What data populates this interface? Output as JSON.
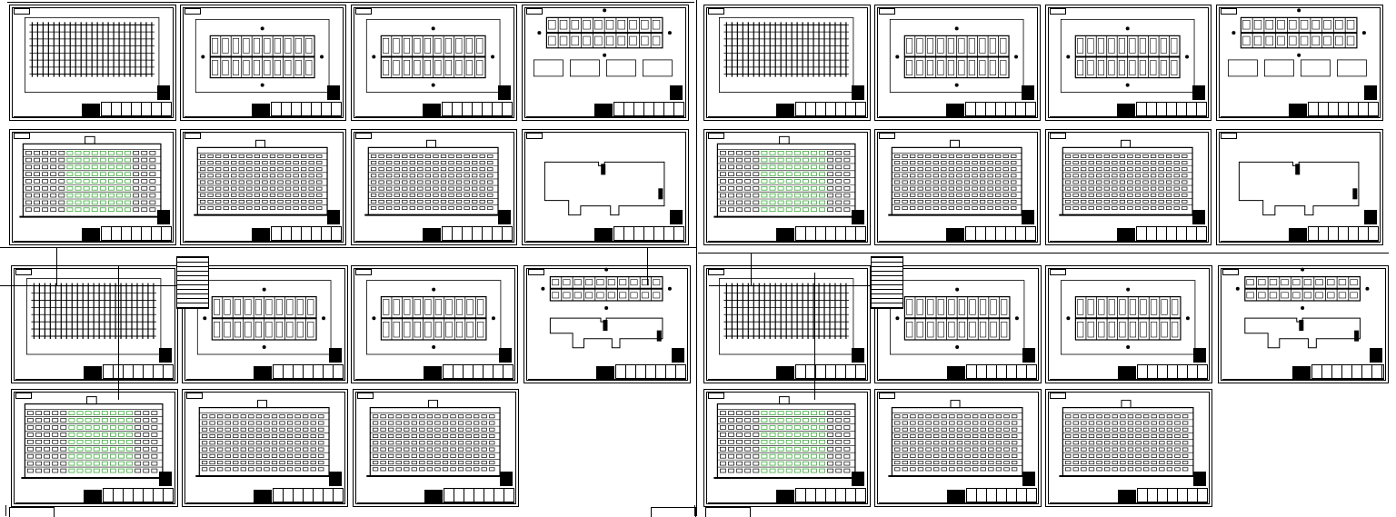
{
  "viewport": {
    "background": "#ffffff"
  },
  "colors": {
    "ink": "#000000",
    "glazing": "#1fa21f",
    "paper": "#ffffff"
  },
  "layout_groups": [
    {
      "name": "left-set",
      "sheets": [
        {
          "kind": "structure-plan"
        },
        {
          "kind": "floor-plan"
        },
        {
          "kind": "floor-plan"
        },
        {
          "kind": "detail-plan"
        },
        {
          "kind": "elevation-green"
        },
        {
          "kind": "elevation"
        },
        {
          "kind": "elevation"
        },
        {
          "kind": "roof-plan"
        },
        {
          "kind": "structure-plan"
        },
        {
          "kind": "floor-plan"
        },
        {
          "kind": "floor-plan"
        },
        {
          "kind": "roof-detail"
        },
        {
          "kind": "elevation-green"
        },
        {
          "kind": "elevation"
        },
        {
          "kind": "elevation"
        }
      ]
    },
    {
      "name": "right-set",
      "sheets": [
        {
          "kind": "structure-plan"
        },
        {
          "kind": "floor-plan"
        },
        {
          "kind": "floor-plan"
        },
        {
          "kind": "detail-plan"
        },
        {
          "kind": "elevation-green"
        },
        {
          "kind": "elevation"
        },
        {
          "kind": "elevation"
        },
        {
          "kind": "roof-plan"
        },
        {
          "kind": "structure-plan"
        },
        {
          "kind": "floor-plan"
        },
        {
          "kind": "floor-plan"
        },
        {
          "kind": "roof-detail"
        },
        {
          "kind": "elevation-green"
        },
        {
          "kind": "elevation"
        },
        {
          "kind": "elevation"
        }
      ]
    }
  ],
  "icons": {
    "sheet": "drawing-sheet-icon",
    "title_block": "title-block-icon",
    "north": "north-arrow-icon"
  }
}
